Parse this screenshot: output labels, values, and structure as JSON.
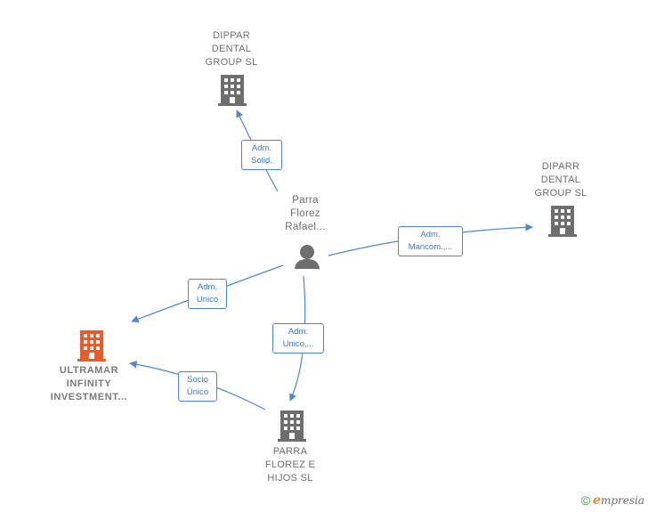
{
  "nodes": {
    "dippar": {
      "label": "DIPPAR\nDENTAL\nGROUP  SL",
      "icon": "building-icon",
      "color": "#6e6e6e"
    },
    "diparr": {
      "label": "DIPARR\nDENTAL\nGROUP  SL",
      "icon": "building-icon",
      "color": "#6e6e6e"
    },
    "person": {
      "label": "Parra\nFlorez\nRafael...",
      "icon": "person-icon",
      "color": "#6e6e6e"
    },
    "ultramar": {
      "label": "ULTRAMAR\nINFINITY\nINVESTMENT...",
      "icon": "building-icon",
      "color": "#ee5a2a"
    },
    "parra_hijos": {
      "label": "PARRA\nFLOREZ E\nHIJOS  SL",
      "icon": "building-icon",
      "color": "#6e6e6e"
    }
  },
  "edges": {
    "adm_solid": {
      "label": "Adm.\nSolid."
    },
    "adm_mancom": {
      "label": "Adm.\nMancom.,..."
    },
    "adm_unico_left": {
      "label": "Adm.\nUnico"
    },
    "adm_unico_down": {
      "label": "Adm.\nUnico,..."
    },
    "socio_unico": {
      "label": "Socio\nÚnico"
    }
  },
  "colors": {
    "edge": "#4a88d6",
    "building": "#6e6e6e",
    "focus": "#ee5a2a"
  },
  "footer": {
    "copyright": "©",
    "brand_initial": "e",
    "brand_rest": "mpresia"
  }
}
